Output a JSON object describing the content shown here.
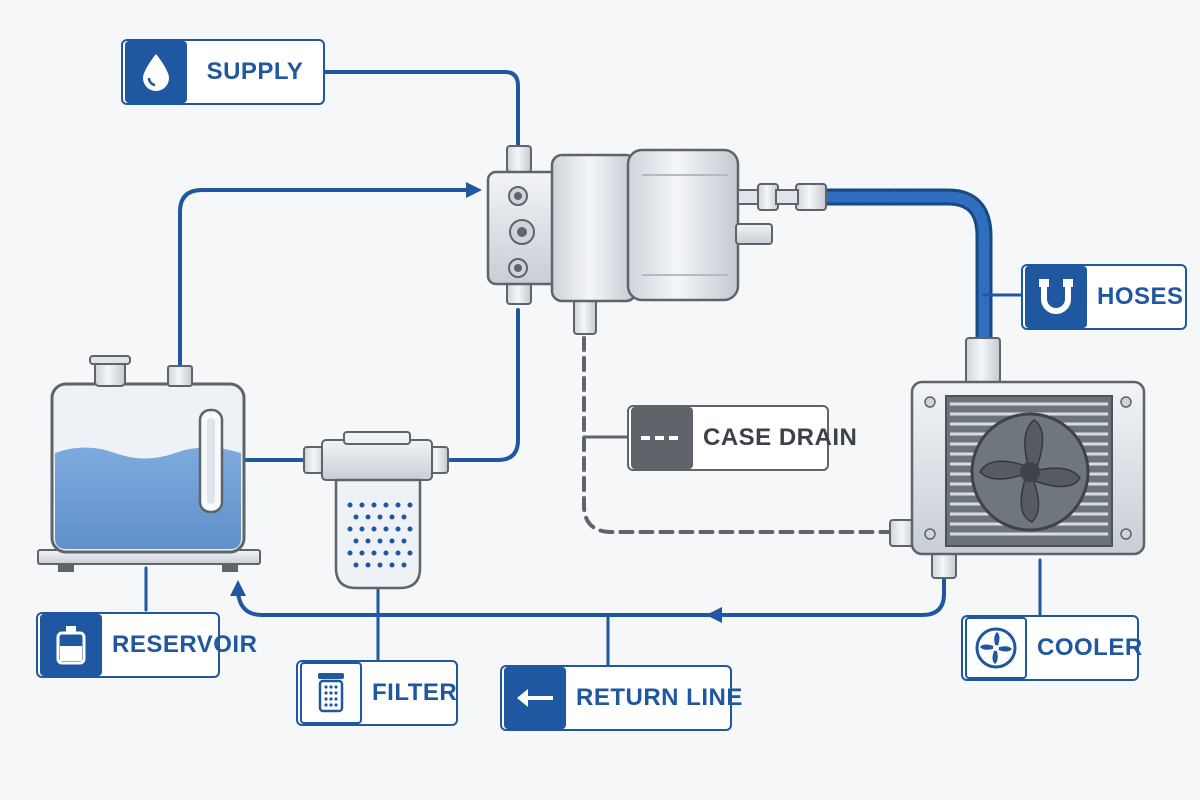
{
  "labels": {
    "supply": "SUPPLY",
    "hoses": "HOSES",
    "case_drain": "CASE DRAIN",
    "reservoir": "RESERVOIR",
    "filter": "FILTER",
    "return_line": "RETURN LINE",
    "cooler": "COOLER"
  },
  "icons": {
    "supply": "water-drop-icon",
    "hoses": "u-hose-icon",
    "case_drain": "dashed-line-icon",
    "reservoir": "tank-icon",
    "filter": "filter-cartridge-icon",
    "return_line": "arrow-left-icon",
    "cooler": "fan-icon"
  },
  "colors": {
    "pressure_line": "#1f57a0",
    "drain_line": "#5f646b",
    "fluid": "#6e9fd6",
    "metal": "#e6e9ee",
    "background": "#f6f7f9"
  }
}
